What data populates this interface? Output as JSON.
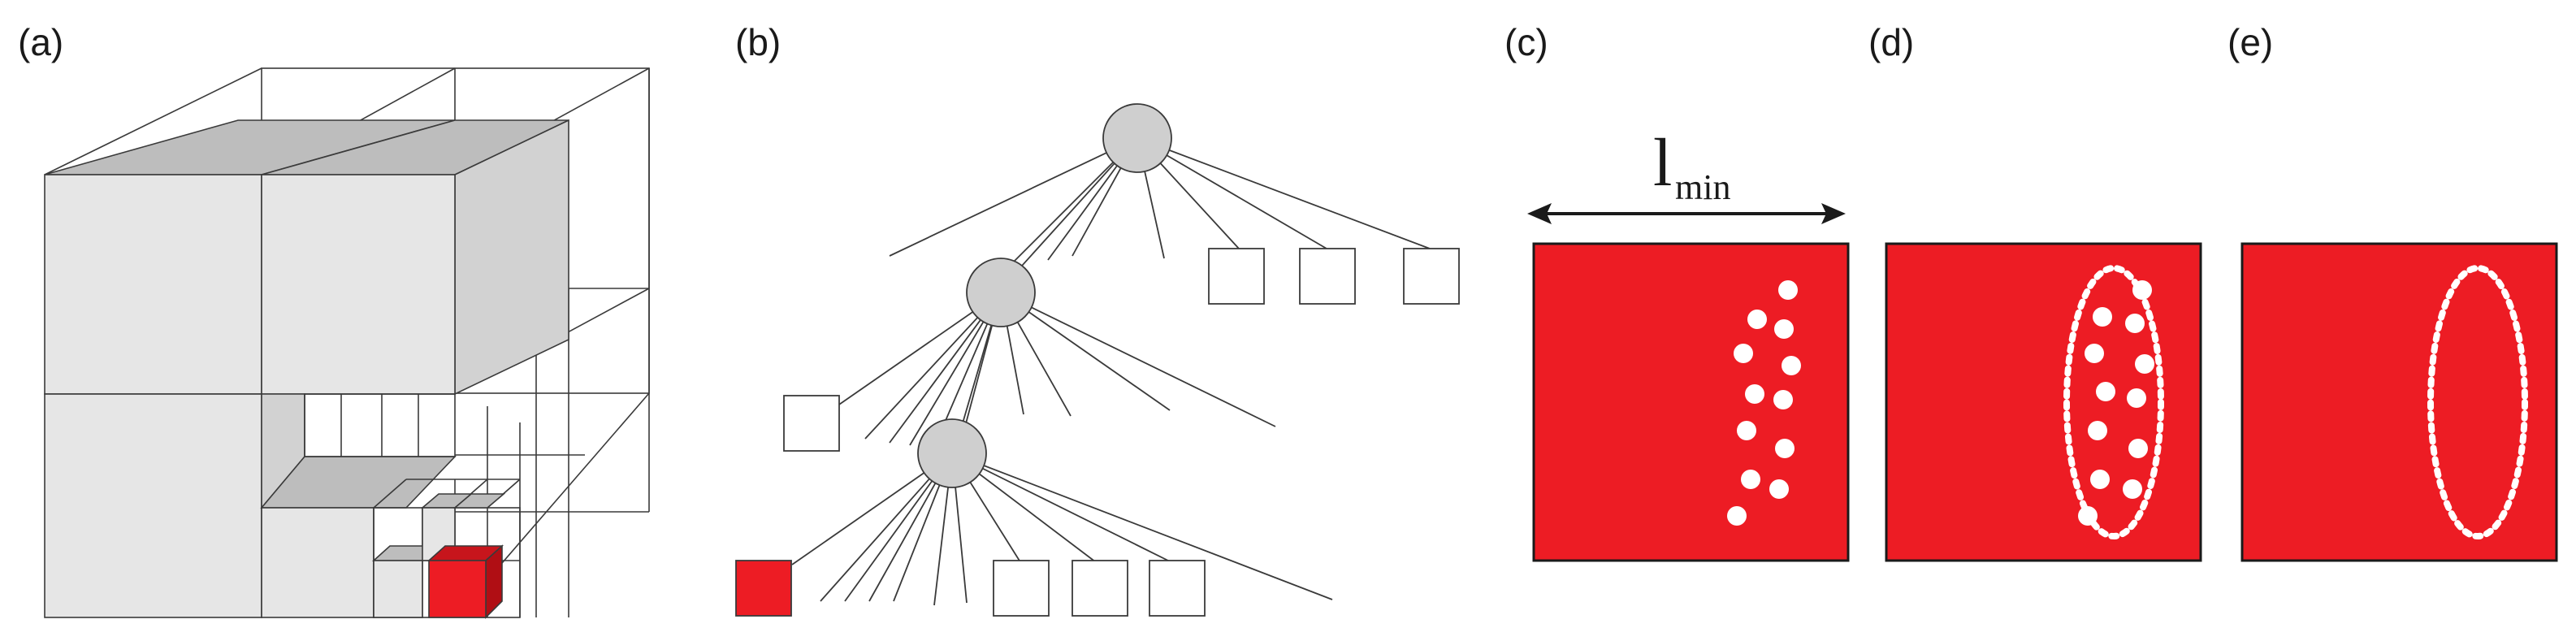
{
  "panels": {
    "a": {
      "label": "(a)"
    },
    "b": {
      "label": "(b)"
    },
    "c": {
      "label": "(c)"
    },
    "d": {
      "label": "(d)"
    },
    "e": {
      "label": "(e)"
    }
  },
  "length_label": {
    "main": "l",
    "subscript": "min"
  },
  "colors": {
    "red": "#ed1c24",
    "cube_face": "#e6e6e6",
    "cube_top": "#bdbdbd",
    "cube_side": "#d2d2d2",
    "node": "#cfcfcf",
    "outline": "#3a3a3a",
    "dots": "#ffffff"
  }
}
